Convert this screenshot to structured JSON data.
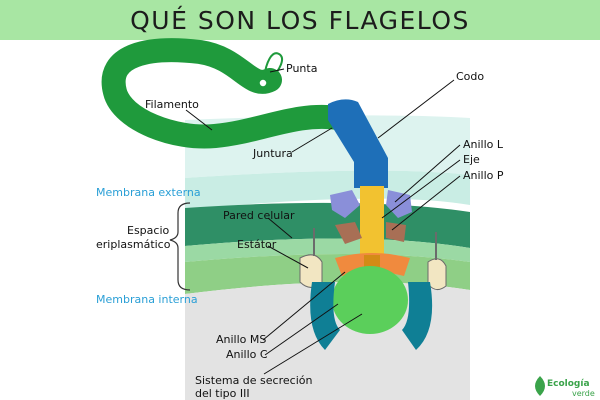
{
  "title": "QUÉ SON LOS FLAGELOS",
  "labels": {
    "punta": "Punta",
    "codo": "Codo",
    "filamento": "Filamento",
    "juntura": "Juntura",
    "anillo_l": "Anillo L",
    "eje": "Eje",
    "anillo_p": "Anillo P",
    "membrana_externa": "Membrana externa",
    "espacio_1": "Espacio",
    "espacio_2": "eriplasmático",
    "pared_celular": "Pared celular",
    "estator": "Estátor",
    "membrana_interna": "Membrana interna",
    "anillo_ms": "Anillo MS",
    "anillo_c": "Anillo C",
    "sistema_1": "Sistema de secreción",
    "sistema_2": "del tipo III"
  },
  "logo": {
    "line1": "Ecología",
    "line2": "verde"
  },
  "colors": {
    "title_bg": "#a8e6a3",
    "filament": "#1f9a3c",
    "hook": "#1e6fb8",
    "membrane_label": "#2a9fd6",
    "c_ring": "#5bcf5b",
    "export": "#0f7f95",
    "rod": "#f2c230"
  }
}
